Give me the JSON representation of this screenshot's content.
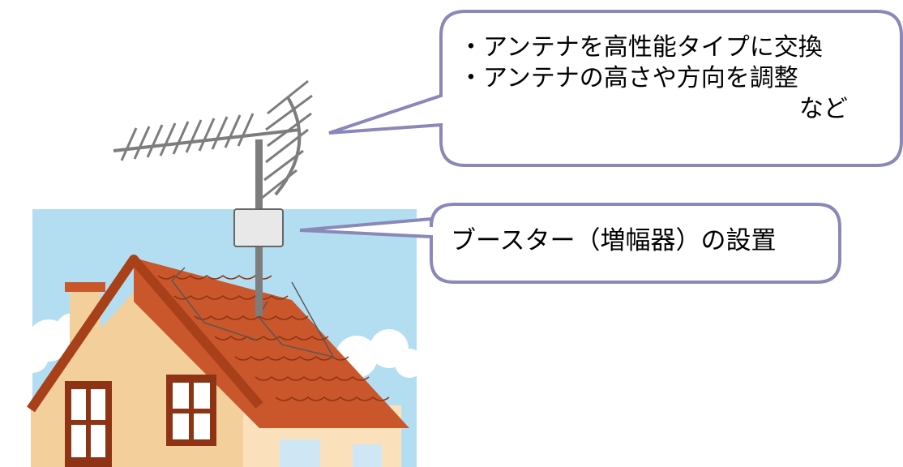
{
  "callouts": {
    "upgrade": {
      "line1": "・アンテナを高性能タイプに交換",
      "line2": "・アンテナの高さや方向を調整",
      "line3": "など"
    },
    "booster": {
      "label": "ブースター（増幅器）の設置"
    }
  },
  "colors": {
    "callout_border": "#8a88b8",
    "sky": "#b3def2",
    "wall": "#f3cf9c",
    "roof": "#c9572b",
    "mast": "#7d7d7d"
  }
}
